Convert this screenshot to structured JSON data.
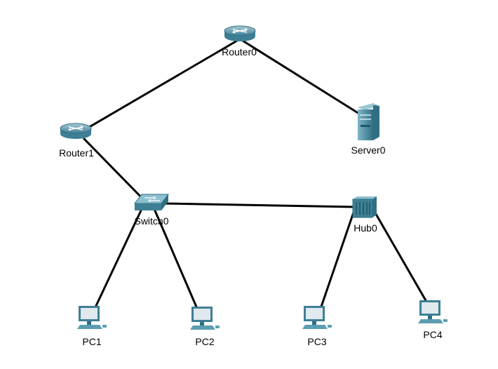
{
  "devices": {
    "router0": {
      "label": "Router0",
      "icon": "router-icon"
    },
    "router1": {
      "label": "Router1",
      "icon": "router-icon"
    },
    "server0": {
      "label": "Server0",
      "icon": "server-icon"
    },
    "switch0": {
      "label": "Switch0",
      "icon": "switch-icon"
    },
    "hub0": {
      "label": "Hub0",
      "icon": "hub-icon"
    },
    "pc1": {
      "label": "PC1",
      "icon": "pc-icon"
    },
    "pc2": {
      "label": "PC2",
      "icon": "pc-icon"
    },
    "pc3": {
      "label": "PC3",
      "icon": "pc-icon"
    },
    "pc4": {
      "label": "PC4",
      "icon": "pc-icon"
    }
  },
  "links": [
    {
      "from": "Router0",
      "to": "Router1"
    },
    {
      "from": "Router0",
      "to": "Server0"
    },
    {
      "from": "Router1",
      "to": "Switch0"
    },
    {
      "from": "Switch0",
      "to": "Hub0"
    },
    {
      "from": "Switch0",
      "to": "PC1"
    },
    {
      "from": "Switch0",
      "to": "PC2"
    },
    {
      "from": "Hub0",
      "to": "PC3"
    },
    {
      "from": "Hub0",
      "to": "PC4"
    }
  ],
  "colors": {
    "device_body": "#5b9db1",
    "device_dark": "#2f6f84",
    "screen": "#dfe9ee",
    "link": "#000000"
  }
}
